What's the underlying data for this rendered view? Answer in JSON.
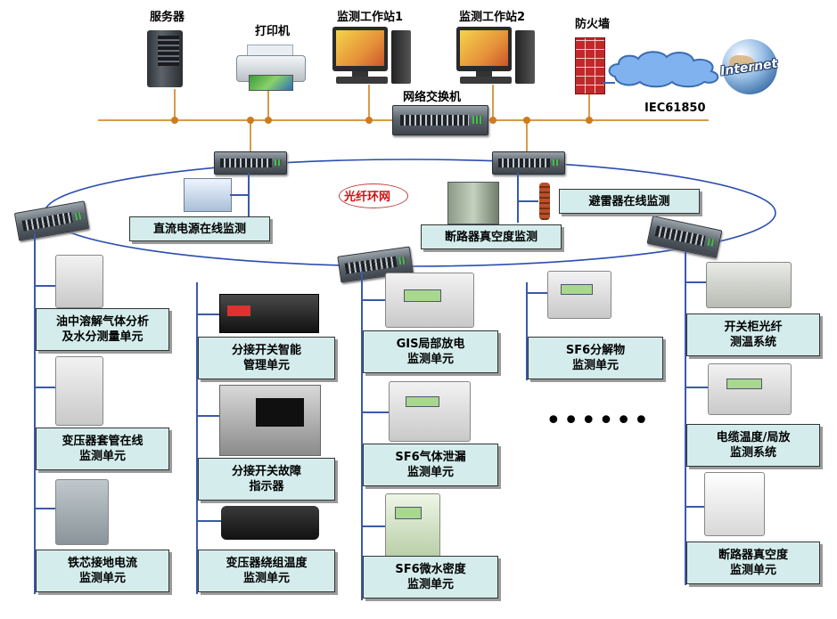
{
  "top": {
    "server": "服务器",
    "printer": "打印机",
    "workstation1": "监测工作站1",
    "workstation2": "监测工作站2",
    "firewall": "防火墙",
    "internet": "Internet",
    "network_switch": "网络交换机",
    "protocol": "IEC61850"
  },
  "ring_label": "光纤环网",
  "ring_boxes": {
    "dc_power": "直流电源在线监测",
    "arrester": "避雷器在线监测",
    "breaker_vacuum_ring": "断路器真空度监测"
  },
  "col1": [
    [
      "油中溶解气体分析",
      "及水分测量单元"
    ],
    [
      "变压器套管在线",
      "监测单元"
    ],
    [
      "铁芯接地电流",
      "监测单元"
    ]
  ],
  "col2": [
    [
      "分接开关智能",
      "管理单元"
    ],
    [
      "分接开关故障",
      "指示器"
    ],
    [
      "变压器绕组温度",
      "监测单元"
    ]
  ],
  "col3": [
    [
      "GIS局部放电",
      "监测单元"
    ],
    [
      "SF6气体泄漏",
      "监测单元"
    ],
    [
      "SF6微水密度",
      "监测单元"
    ]
  ],
  "col4": [
    [
      "SF6分解物",
      "监测单元"
    ]
  ],
  "ellipsis": "••••••",
  "col5": [
    [
      "开关柜光纤",
      "测温系统"
    ],
    [
      "电缆温度/局放",
      "监测系统"
    ],
    [
      "断路器真空度",
      "监测单元"
    ]
  ]
}
